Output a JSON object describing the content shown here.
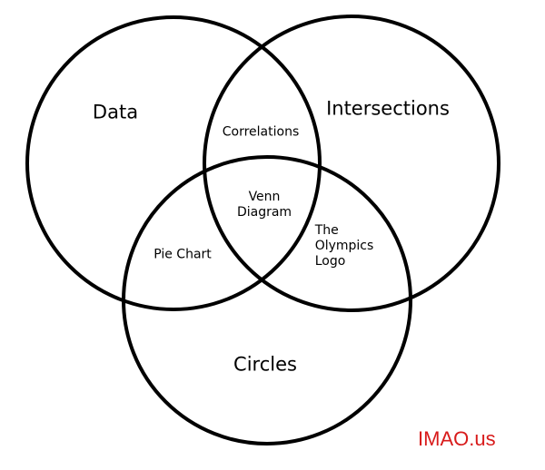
{
  "sets": {
    "data": "Data",
    "intersections": "Intersections",
    "circles": "Circles"
  },
  "overlaps": {
    "data_intersections": "Correlations",
    "data_circles": "Pie Chart",
    "intersections_circles": [
      "The",
      "Olympics",
      "Logo"
    ],
    "all_three": [
      "Venn",
      "Diagram"
    ]
  },
  "watermark": "IMAO.us",
  "colors": {
    "stroke": "#000000",
    "watermark": "#d81b1b",
    "background": "#ffffff"
  }
}
